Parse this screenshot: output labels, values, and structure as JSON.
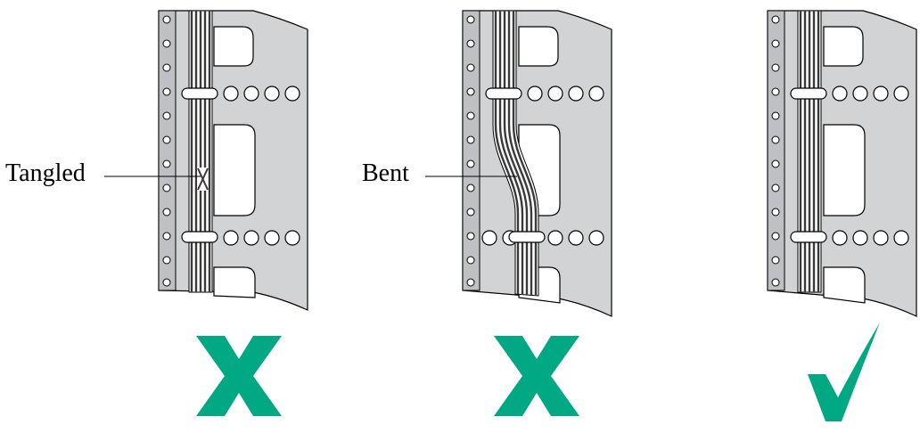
{
  "callouts": {
    "tangled": "Tangled",
    "bent": "Bent"
  },
  "panels": [
    {
      "id": "tangled",
      "verdict": "incorrect",
      "verdict_icon": "cross-mark-icon"
    },
    {
      "id": "bent",
      "verdict": "incorrect",
      "verdict_icon": "cross-mark-icon"
    },
    {
      "id": "correct",
      "verdict": "correct",
      "verdict_icon": "check-mark-icon"
    }
  ],
  "colors": {
    "rack_rail": "#d2d3d5",
    "rail_edge": "#b8b9bc",
    "cable": "#4a4a4a",
    "tie": "#ffffff",
    "verdict_mark": "#00a884",
    "outline": "#000000"
  }
}
